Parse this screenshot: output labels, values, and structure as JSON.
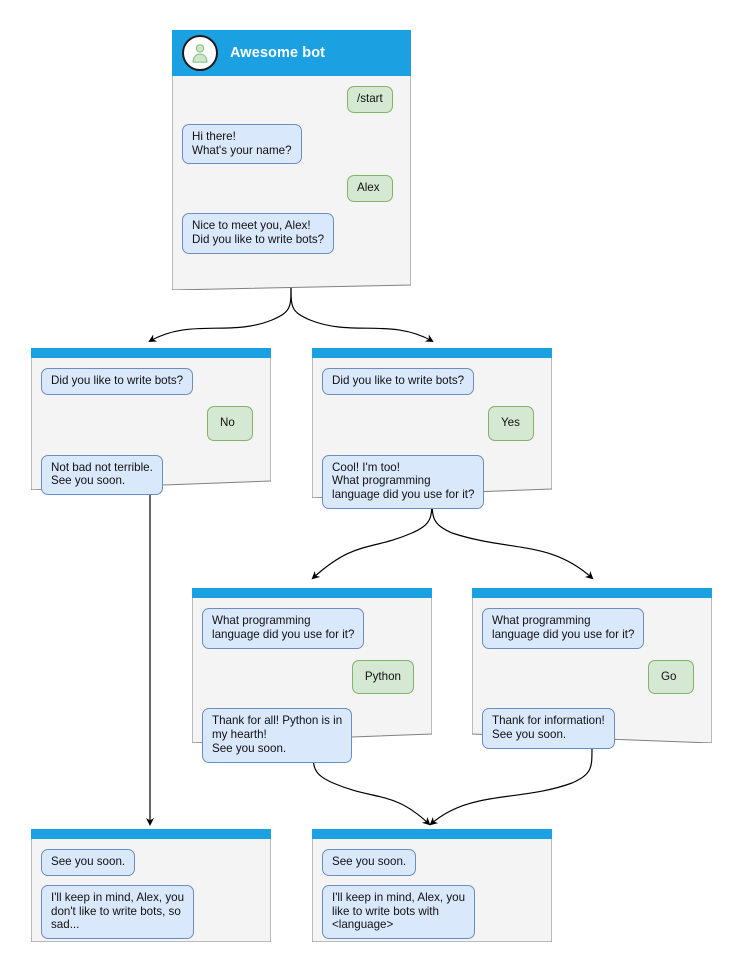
{
  "diagram": {
    "title": "Awesome bot conversation flow",
    "colors": {
      "header_blue": "#1ba1e2",
      "bot_bubble_fill": "#dae8fc",
      "bot_bubble_stroke": "#6c8ebf",
      "user_bubble_fill": "#d5e8d4",
      "user_bubble_stroke": "#82b366",
      "card_fill": "#f4f4f4",
      "card_stroke": "#808080",
      "connector": "#000000",
      "canvas": "#ffffff"
    }
  },
  "nodes": {
    "start": {
      "name": "start-node",
      "bot_name": "Awesome bot",
      "avatar_icon": "person-avatar-icon",
      "messages": [
        {
          "side": "user",
          "text": "/start"
        },
        {
          "side": "bot",
          "text": "Hi there!\nWhat's your name?"
        },
        {
          "side": "user",
          "text": "Alex"
        },
        {
          "side": "bot",
          "text": "Nice to meet you, Alex!\nDid you like to write bots?"
        }
      ]
    },
    "answer_no": {
      "name": "answer-no-node",
      "messages": [
        {
          "side": "bot",
          "text": "Did you like to write bots?"
        },
        {
          "side": "user",
          "text": "No"
        },
        {
          "side": "bot",
          "text": "Not bad not terrible.\nSee you soon."
        }
      ]
    },
    "answer_yes": {
      "name": "answer-yes-node",
      "messages": [
        {
          "side": "bot",
          "text": "Did you like to write bots?"
        },
        {
          "side": "user",
          "text": "Yes"
        },
        {
          "side": "bot",
          "text": "Cool! I'm too!\nWhat programming\nlanguage did you use for it?"
        }
      ]
    },
    "lang_python": {
      "name": "language-python-node",
      "messages": [
        {
          "side": "bot",
          "text": "What programming\nlanguage did you use for it?"
        },
        {
          "side": "user",
          "text": "Python"
        },
        {
          "side": "bot",
          "text": "Thank for all! Python is in\nmy hearth!\nSee you soon."
        }
      ]
    },
    "lang_go": {
      "name": "language-go-node",
      "messages": [
        {
          "side": "bot",
          "text": "What programming\nlanguage did you use for it?"
        },
        {
          "side": "user",
          "text": "Go"
        },
        {
          "side": "bot",
          "text": "Thank for information!\nSee you soon."
        }
      ]
    },
    "end_sad": {
      "name": "end-no-bots-node",
      "messages": [
        {
          "side": "bot",
          "text": "See you soon."
        },
        {
          "side": "bot",
          "text": "I'll keep in mind, Alex, you\ndon't like to write bots, so\nsad..."
        }
      ]
    },
    "end_happy": {
      "name": "end-likes-bots-node",
      "messages": [
        {
          "side": "bot",
          "text": "See you soon."
        },
        {
          "side": "bot",
          "text": "I'll keep in mind, Alex, you\nlike to write bots with\n<language>"
        }
      ]
    }
  }
}
